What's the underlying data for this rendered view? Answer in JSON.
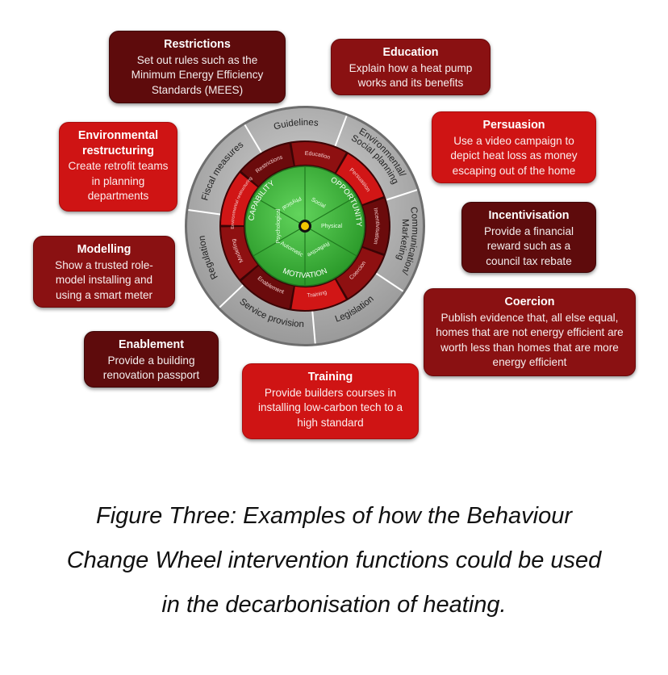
{
  "boxes": {
    "restrictions": {
      "title": "Restrictions",
      "text": "Set out rules such as the Minimum Energy Efficiency Standards (MEES)"
    },
    "education": {
      "title": "Education",
      "text": "Explain how a heat pump works and its benefits"
    },
    "env_restructuring": {
      "title": "Environmental restructuring",
      "text": "Create retrofit teams in planning departments"
    },
    "persuasion": {
      "title": "Persuasion",
      "text": "Use a video campaign to depict heat loss as money escaping out of the home"
    },
    "incentivisation": {
      "title": "Incentivisation",
      "text": "Provide a financial reward such as a council tax rebate"
    },
    "modelling": {
      "title": "Modelling",
      "text": "Show a trusted role-model installing and using a smart meter"
    },
    "coercion": {
      "title": "Coercion",
      "text": "Publish evidence that, all else equal, homes that are not energy efficient are worth less than homes that are more energy efficient"
    },
    "enablement": {
      "title": "Enablement",
      "text": "Provide a building renovation passport"
    },
    "training": {
      "title": "Training",
      "text": "Provide builders courses in installing low-carbon tech to a high standard"
    }
  },
  "wheel": {
    "policy_ring": [
      "Guidelines",
      "Environmental/ Social planning",
      "Communication/ Marketing",
      "Legislation",
      "Service provision",
      "Regulation",
      "Fiscal measures"
    ],
    "function_ring": [
      "Restrictions",
      "Education",
      "Persuasion",
      "Incentivisation",
      "Coercion",
      "Training",
      "Enablement",
      "Modelling",
      "Environmental restructuring"
    ],
    "source_outer": {
      "capability": "CAPABILITY",
      "opportunity": "OPPORTUNITY",
      "motivation": "MOTIVATION"
    },
    "source_inner": [
      "Physical",
      "Social",
      "Physical",
      "Reflective",
      "Automatic",
      "Psychological"
    ]
  },
  "colors": {
    "dark": "#5e0b0c",
    "mid": "#8a1112",
    "red": "#cf1414",
    "green": "#3aa838",
    "ring_grey": "#a9a9a9"
  },
  "caption": {
    "line1": "Figure Three: Examples of how the Behaviour",
    "line2": "Change Wheel intervention functions could be used",
    "line3": "in the decarbonisation of heating."
  }
}
